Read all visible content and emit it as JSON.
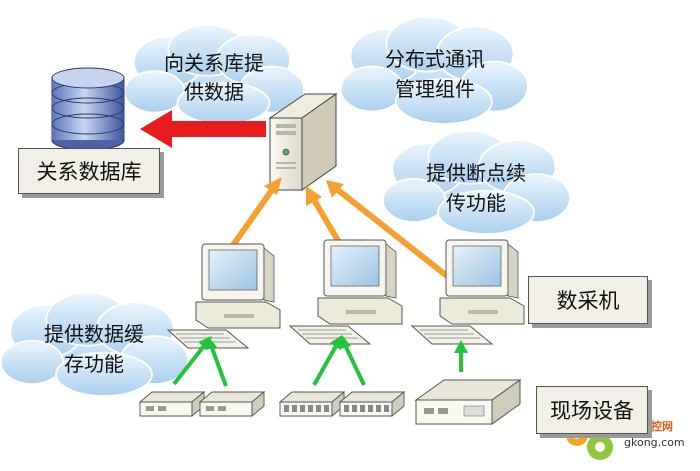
{
  "labels": {
    "relational_db": "关系数据库",
    "acquisition_pc": "数采机",
    "field_devices": "现场设备"
  },
  "clouds": {
    "provide_data": [
      "向关系库提",
      "供数据"
    ],
    "distributed_comm": [
      "分布式通讯",
      "管理组件"
    ],
    "resume_transfer": [
      "提供断点续",
      "传功能"
    ],
    "data_cache": [
      "提供数据缓",
      "存功能"
    ]
  },
  "watermark": {
    "brand": "中华工控网",
    "url": "gkong.com"
  },
  "colors": {
    "arrow_up": "#f5a030",
    "arrow_to_db": "#e81e1e",
    "arrow_green": "#22c43a",
    "cloud_fill": "#cfe6f7",
    "label_fill": "#f2f0e6"
  }
}
